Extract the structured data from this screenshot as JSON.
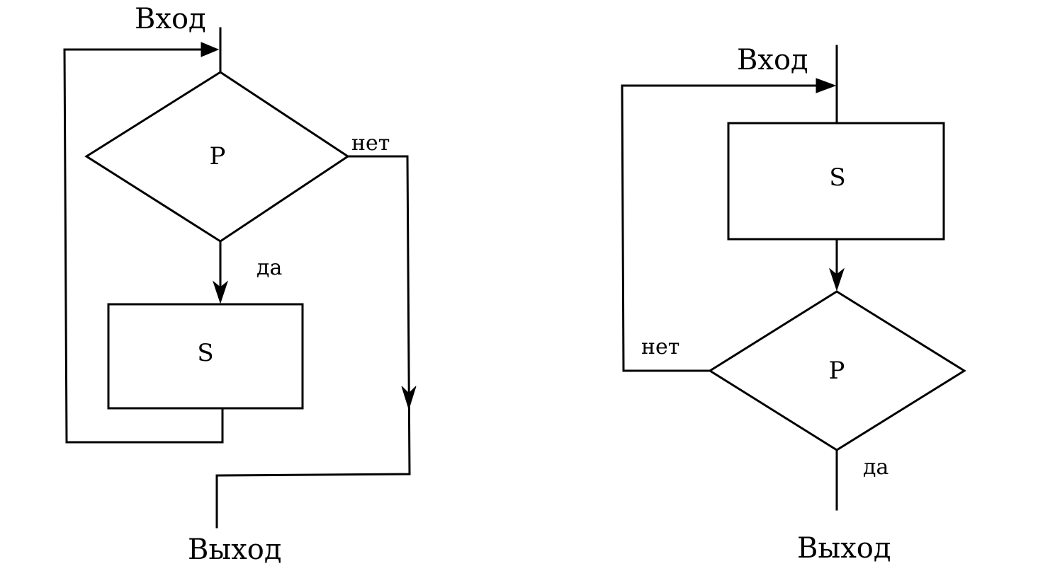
{
  "left_flowchart": {
    "entry_label": "Вход",
    "condition": "P",
    "yes_label": "да",
    "no_label": "нет",
    "action": "S",
    "exit_label": "Выход"
  },
  "right_flowchart": {
    "entry_label": "Вход",
    "action": "S",
    "condition": "P",
    "no_label": "нет",
    "yes_label": "да",
    "exit_label": "Выход"
  }
}
